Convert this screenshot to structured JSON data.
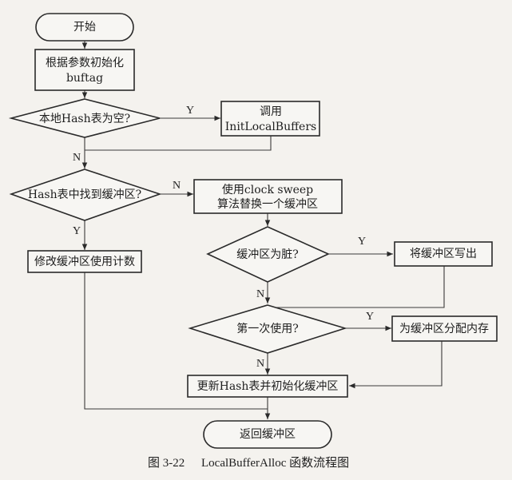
{
  "flowchart": {
    "start": "开始",
    "init_line1": "根据参数初始化",
    "init_line2": "buftag",
    "decision_hash_empty": "本地Hash表为空?",
    "call_line1": "调用",
    "call_line2": "InitLocalBuffers",
    "decision_found": "Hash表中找到缓冲区?",
    "clock_line1": "使用clock sweep",
    "clock_line2": "算法替换一个缓冲区",
    "modify_count": "修改缓冲区使用计数",
    "decision_dirty": "缓冲区为脏?",
    "write_out": "将缓冲区写出",
    "decision_first_use": "第一次使用?",
    "allocate_memory": "为缓冲区分配内存",
    "update_hash": "更新Hash表并初始化缓冲区",
    "return_buffer": "返回缓冲区",
    "yes": "Y",
    "no": "N"
  },
  "caption": {
    "figure_number": "图 3-22",
    "title": "LocalBufferAlloc 函数流程图"
  }
}
